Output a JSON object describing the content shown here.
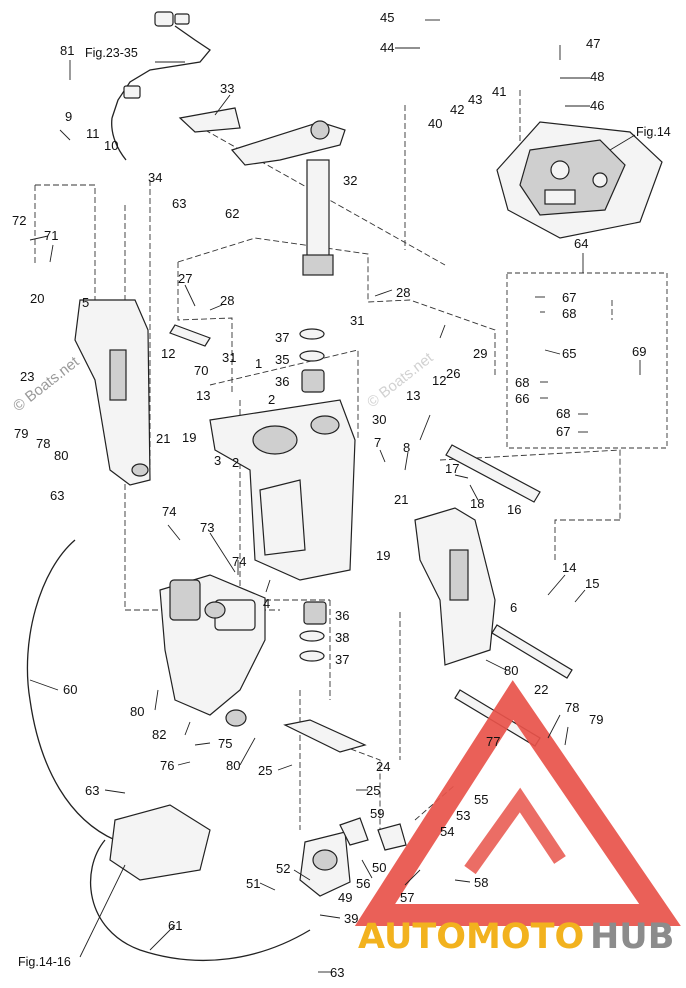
{
  "references": {
    "fig_23_35": "Fig.23-35",
    "fig_14": "Fig.14",
    "fig_14_16": "Fig.14-16"
  },
  "watermark": {
    "copyright": "© Boats.net",
    "faint": "© Boats.net"
  },
  "brand": {
    "part_a": "AUTOMOTO",
    "part_b": "HUB",
    "colors": {
      "triangle": "#e8534a",
      "text_a": "#f2b21e",
      "text_b": "#8c8c8c"
    }
  },
  "callouts": [
    {
      "id": "c1",
      "text": "1"
    },
    {
      "id": "c2a",
      "text": "2"
    },
    {
      "id": "c2b",
      "text": "2"
    },
    {
      "id": "c3",
      "text": "3"
    },
    {
      "id": "c4",
      "text": "4"
    },
    {
      "id": "c5",
      "text": "5"
    },
    {
      "id": "c6",
      "text": "6"
    },
    {
      "id": "c7",
      "text": "7"
    },
    {
      "id": "c8",
      "text": "8"
    },
    {
      "id": "c9",
      "text": "9"
    },
    {
      "id": "c10",
      "text": "10"
    },
    {
      "id": "c11",
      "text": "11"
    },
    {
      "id": "c12a",
      "text": "12"
    },
    {
      "id": "c12b",
      "text": "12"
    },
    {
      "id": "c13a",
      "text": "13"
    },
    {
      "id": "c13b",
      "text": "13"
    },
    {
      "id": "c14",
      "text": "14"
    },
    {
      "id": "c15",
      "text": "15"
    },
    {
      "id": "c16",
      "text": "16"
    },
    {
      "id": "c17",
      "text": "17"
    },
    {
      "id": "c18",
      "text": "18"
    },
    {
      "id": "c19a",
      "text": "19"
    },
    {
      "id": "c19b",
      "text": "19"
    },
    {
      "id": "c20",
      "text": "20"
    },
    {
      "id": "c21a",
      "text": "21"
    },
    {
      "id": "c21b",
      "text": "21"
    },
    {
      "id": "c22",
      "text": "22"
    },
    {
      "id": "c23",
      "text": "23"
    },
    {
      "id": "c24",
      "text": "24"
    },
    {
      "id": "c25a",
      "text": "25"
    },
    {
      "id": "c25b",
      "text": "25"
    },
    {
      "id": "c26",
      "text": "26"
    },
    {
      "id": "c27",
      "text": "27"
    },
    {
      "id": "c28a",
      "text": "28"
    },
    {
      "id": "c28b",
      "text": "28"
    },
    {
      "id": "c29",
      "text": "29"
    },
    {
      "id": "c30",
      "text": "30"
    },
    {
      "id": "c31a",
      "text": "31"
    },
    {
      "id": "c31b",
      "text": "31"
    },
    {
      "id": "c32",
      "text": "32"
    },
    {
      "id": "c33",
      "text": "33"
    },
    {
      "id": "c34",
      "text": "34"
    },
    {
      "id": "c35",
      "text": "35"
    },
    {
      "id": "c36a",
      "text": "36"
    },
    {
      "id": "c36b",
      "text": "36"
    },
    {
      "id": "c37a",
      "text": "37"
    },
    {
      "id": "c37b",
      "text": "37"
    },
    {
      "id": "c38",
      "text": "38"
    },
    {
      "id": "c39",
      "text": "39"
    },
    {
      "id": "c40",
      "text": "40"
    },
    {
      "id": "c41",
      "text": "41"
    },
    {
      "id": "c42",
      "text": "42"
    },
    {
      "id": "c43",
      "text": "43"
    },
    {
      "id": "c44",
      "text": "44"
    },
    {
      "id": "c45",
      "text": "45"
    },
    {
      "id": "c46",
      "text": "46"
    },
    {
      "id": "c47",
      "text": "47"
    },
    {
      "id": "c48",
      "text": "48"
    },
    {
      "id": "c49",
      "text": "49"
    },
    {
      "id": "c50",
      "text": "50"
    },
    {
      "id": "c51",
      "text": "51"
    },
    {
      "id": "c52",
      "text": "52"
    },
    {
      "id": "c53",
      "text": "53"
    },
    {
      "id": "c54",
      "text": "54"
    },
    {
      "id": "c55",
      "text": "55"
    },
    {
      "id": "c56",
      "text": "56"
    },
    {
      "id": "c57",
      "text": "57"
    },
    {
      "id": "c58",
      "text": "58"
    },
    {
      "id": "c59",
      "text": "59"
    },
    {
      "id": "c60",
      "text": "60"
    },
    {
      "id": "c61",
      "text": "61"
    },
    {
      "id": "c62",
      "text": "62"
    },
    {
      "id": "c63a",
      "text": "63"
    },
    {
      "id": "c63b",
      "text": "63"
    },
    {
      "id": "c63c",
      "text": "63"
    },
    {
      "id": "c63d",
      "text": "63"
    },
    {
      "id": "c64",
      "text": "64"
    },
    {
      "id": "c65",
      "text": "65"
    },
    {
      "id": "c66",
      "text": "66"
    },
    {
      "id": "c67a",
      "text": "67"
    },
    {
      "id": "c67b",
      "text": "67"
    },
    {
      "id": "c68a",
      "text": "68"
    },
    {
      "id": "c68b",
      "text": "68"
    },
    {
      "id": "c68c",
      "text": "68"
    },
    {
      "id": "c69",
      "text": "69"
    },
    {
      "id": "c70",
      "text": "70"
    },
    {
      "id": "c71",
      "text": "71"
    },
    {
      "id": "c72",
      "text": "72"
    },
    {
      "id": "c73",
      "text": "73"
    },
    {
      "id": "c74a",
      "text": "74"
    },
    {
      "id": "c74b",
      "text": "74"
    },
    {
      "id": "c75",
      "text": "75"
    },
    {
      "id": "c76",
      "text": "76"
    },
    {
      "id": "c77",
      "text": "77"
    },
    {
      "id": "c78a",
      "text": "78"
    },
    {
      "id": "c78b",
      "text": "78"
    },
    {
      "id": "c79a",
      "text": "79"
    },
    {
      "id": "c79b",
      "text": "79"
    },
    {
      "id": "c80a",
      "text": "80"
    },
    {
      "id": "c80b",
      "text": "80"
    },
    {
      "id": "c80c",
      "text": "80"
    },
    {
      "id": "c80d",
      "text": "80"
    },
    {
      "id": "c81",
      "text": "81"
    },
    {
      "id": "c82",
      "text": "82"
    }
  ]
}
